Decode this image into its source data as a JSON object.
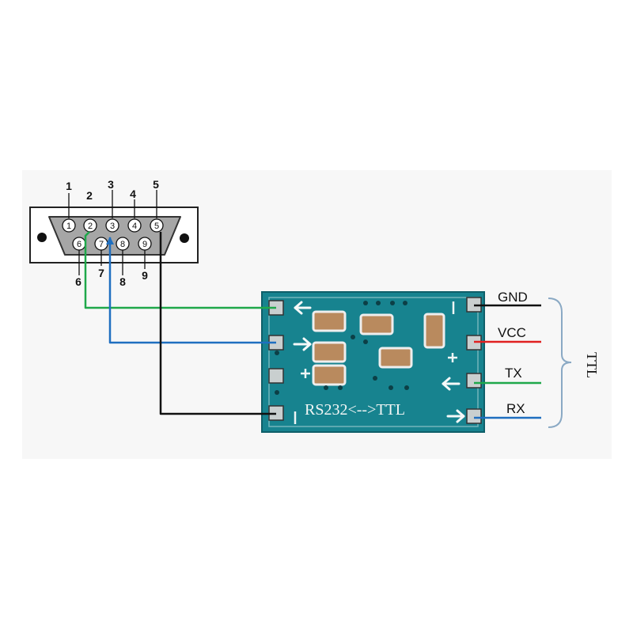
{
  "db9": {
    "outer_numbers": [
      "1",
      "2",
      "3",
      "4",
      "5",
      "6",
      "7",
      "8",
      "9"
    ],
    "pin_labels": [
      "1",
      "2",
      "3",
      "4",
      "5",
      "6",
      "7",
      "8",
      "9"
    ]
  },
  "module": {
    "silkscreen": "RS232<-->TTL"
  },
  "signals": {
    "gnd": "GND",
    "vcc": "VCC",
    "tx": "TX",
    "rx": "RX",
    "group": "TTL"
  },
  "colors": {
    "green_wire": "#1fa84a",
    "blue_wire": "#1f6fc0",
    "black_wire": "#111111",
    "red_wire": "#e02020",
    "pcb": "#17838f",
    "bracket": "#8aa9c4"
  },
  "icons": {
    "pin2_arrow": "arrow-left-icon",
    "pin3_arrow": "arrow-right-icon",
    "tx_arrow": "arrow-left-icon",
    "rx_arrow": "arrow-right-icon"
  }
}
